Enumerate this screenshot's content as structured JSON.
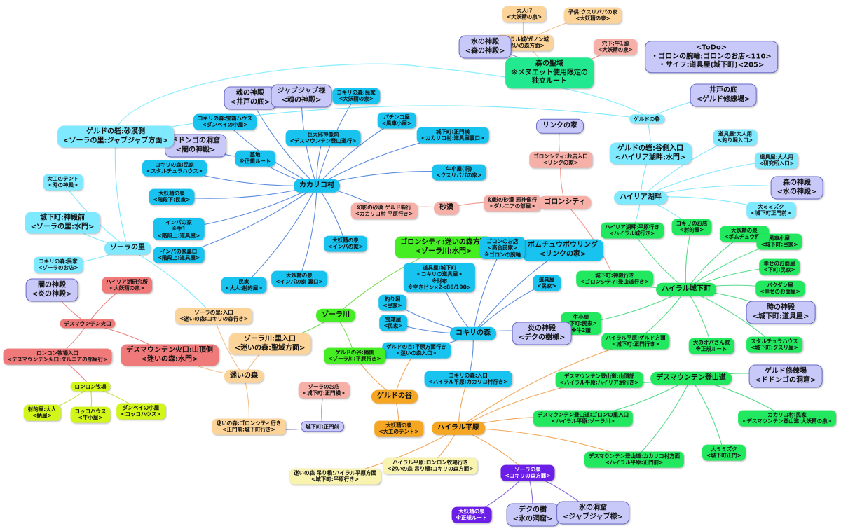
{
  "diagram": {
    "nodes": [
      {
        "id": "todo",
        "label": "<ToDo>\n・ゴロンの腕輪:ゴロンのお店<110>\n・サイフ:道具屋(城下町)<205>",
        "style": "c-lav big"
      },
      {
        "id": "forest_sanctuary",
        "label": "森の聖域\n※メヌエット使用限定の\n独立ルート",
        "style": "c-mint big"
      },
      {
        "id": "adult",
        "label": "大人:?\n<大妖精の泉>",
        "style": "c-peach"
      },
      {
        "id": "child",
        "label": "子供:クスリババの家\n<大妖精の泉>",
        "style": "c-peach"
      },
      {
        "id": "hyrule_castle",
        "label": "ハイラル城/ガノン城\n<迷いの森方面>",
        "style": "c-peach"
      },
      {
        "id": "forest_temple_top",
        "label": "水の神殿\n<森の神殿>",
        "style": "c-lav big"
      },
      {
        "id": "hole_cow",
        "label": "穴下:牛1頭\n<大妖精の泉>",
        "style": "c-salmon"
      },
      {
        "id": "kakariko",
        "label": "カカリコ村",
        "style": "c-sky big"
      },
      {
        "id": "soul_temple",
        "label": "魂の神殿\n<井戸の底>",
        "style": "c-lav big"
      },
      {
        "id": "jabu",
        "label": "ジャブジャブ様\n<魂の神殿>",
        "style": "c-lav big"
      },
      {
        "id": "kokiri_house",
        "label": "コキリの森:民家\n<大妖精の泉>",
        "style": "c-sky"
      },
      {
        "id": "kokiri_treasure",
        "label": "コキリの森:宝箱ハウス\n<ダンペイの小屋>",
        "style": "c-sky"
      },
      {
        "id": "dodongo",
        "label": "ドドンゴの洞窟\n<闇の神殿>",
        "style": "c-lav big"
      },
      {
        "id": "graveyard",
        "label": "墓地\n※正規ルート",
        "style": "c-sky"
      },
      {
        "id": "giant_tree",
        "label": "巨大邪神像前\n<デスマウンテン登山道行>",
        "style": "c-sky"
      },
      {
        "id": "pachinko",
        "label": "パチンコ屋\n<風車小屋>",
        "style": "c-sky"
      },
      {
        "id": "castle_front",
        "label": "城下町:正門横\n<カカリコ村:道具屋裏口>",
        "style": "c-sky"
      },
      {
        "id": "kokiri_house2",
        "label": "コキリの森:民家\n<スタルチュラハウス>",
        "style": "c-sky"
      },
      {
        "id": "great_fairy_k",
        "label": "大妖精の泉\n<階段下:民家>",
        "style": "c-sky"
      },
      {
        "id": "impa_house",
        "label": "インパの家\n※牛1\n<階段上:道具屋>",
        "style": "c-sky"
      },
      {
        "id": "impa_back",
        "label": "インパの家裏口\n<階段上:道具屋>",
        "style": "c-sky"
      },
      {
        "id": "minka",
        "label": "民家\n<大人:射的屋>",
        "style": "c-sky"
      },
      {
        "id": "great_fairy_impa",
        "label": "大妖精の泉\n<インパの家 裏口>",
        "style": "c-sky"
      },
      {
        "id": "great_fairy_impa2",
        "label": "大妖精の泉\n<インパの家>",
        "style": "c-sky"
      },
      {
        "id": "cow_hut",
        "label": "牛小屋(洞)\n<クスリババの家>",
        "style": "c-sky"
      },
      {
        "id": "gerudo_desert",
        "label": "ゲルドの砦:砂漠側\n<ゾーラの里:ジャブジャブ方面>",
        "style": "c-cyanL big"
      },
      {
        "id": "carpenter_tent",
        "label": "大工のテント\n<時の神殿>",
        "style": "c-cyanL"
      },
      {
        "id": "zora_village",
        "label": "ゾーラの里",
        "style": "c-cyanL big"
      },
      {
        "id": "town_temple",
        "label": "城下町:神殿前\n<ゾーラの里:水門>",
        "style": "c-cyanL big"
      },
      {
        "id": "kokiri_zora",
        "label": "コキリの森:民家\n<ゾーラのお店>",
        "style": "c-cyanL"
      },
      {
        "id": "desert_phantom",
        "label": "幻影の砂漠 ゲルド砦行\n<カカリコ村 平原行き>",
        "style": "c-salmon"
      },
      {
        "id": "desert",
        "label": "砂漠",
        "style": "c-salmon big"
      },
      {
        "id": "desert_phantom2",
        "label": "幻影の砂漠 邪神像行\n<ダルニアの部屋>",
        "style": "c-salmon"
      },
      {
        "id": "goron_city",
        "label": "ゴロンシティ",
        "style": "c-salmon big"
      },
      {
        "id": "link_house",
        "label": "リンクの家",
        "style": "c-lav big"
      },
      {
        "id": "goron_shop",
        "label": "ゴロンシティ:お店入口\n<リンクの家>",
        "style": "c-salmon"
      },
      {
        "id": "gerudo_fort",
        "label": "ゲルドの砦",
        "style": "c-cyanL"
      },
      {
        "id": "well_bottom",
        "label": "井戸の底\n<ゲルド修練場>",
        "style": "c-lav big"
      },
      {
        "id": "tool_adult",
        "label": "道具屋:大人用\n<釣り堀入口>",
        "style": "c-cyanL"
      },
      {
        "id": "tool_adult2",
        "label": "道具屋:大人用\n<研究所入口>",
        "style": "c-cyanL"
      },
      {
        "id": "gerudo_valley_entry",
        "label": "ゲルドの砦:谷側入口\n<ハイリア湖畔:水門>",
        "style": "c-cyanL big"
      },
      {
        "id": "hylia_lake",
        "label": "ハイリア湖畔",
        "style": "c-cyanL big"
      },
      {
        "id": "forest_temple_r",
        "label": "森の神殿\n<水の神殿>",
        "style": "c-lav big"
      },
      {
        "id": "big_mimizuk",
        "label": "大ミミズク\n<城下町正門前>",
        "style": "c-cyanL"
      },
      {
        "id": "hylia_plain",
        "label": "ハイリア湖畔:平原行き\n<ハイラル城行き>",
        "style": "c-green"
      },
      {
        "id": "kokiri_shop",
        "label": "コキリのお店\n<射的屋>",
        "style": "c-green"
      },
      {
        "id": "great_fairy_bomb",
        "label": "大妖精の泉\n<ボムチュウ屋>",
        "style": "c-green"
      },
      {
        "id": "windmill",
        "label": "風車小屋\n<城下町:民家>",
        "style": "c-green"
      },
      {
        "id": "happy_mask",
        "label": "幸せのお面屋\n<下町:民家>",
        "style": "c-green"
      },
      {
        "id": "bakudan",
        "label": "バクダン屋\n<幸せのお面屋>",
        "style": "c-green"
      },
      {
        "id": "time_temple",
        "label": "時の神殿\n<城下町:道具屋>",
        "style": "c-lav big"
      },
      {
        "id": "castle_town",
        "label": "ハイラル城下町",
        "style": "c-green big"
      },
      {
        "id": "castle_temple",
        "label": "城下町:神殿行き\n<ゴロンシティ:登山道行き>",
        "style": "c-green"
      },
      {
        "id": "cow_barn",
        "label": "牛小屋\n<下町:民家>\n※牛2頭",
        "style": "c-green"
      },
      {
        "id": "hyrule_field_gerudo",
        "label": "ハイラル平原:ゲルド方面\n<城下町:正門行き>",
        "style": "c-green"
      },
      {
        "id": "dog_lady",
        "label": "犬のオバさん家\n※正規ルート",
        "style": "c-green"
      },
      {
        "id": "skulltula",
        "label": "スタルチュラハウス\n<城下町:クスリ屋>",
        "style": "c-green"
      },
      {
        "id": "goron_forest",
        "label": "ゴロンシティ:迷いの森方面\n<ゾーラ川:水門>",
        "style": "c-lime big"
      },
      {
        "id": "bombchu",
        "label": "ボムチュウボウリング\n<リンクの家>",
        "style": "c-sky big"
      },
      {
        "id": "tool_shop",
        "label": "道具屋:城下町\n<コキリの道具屋>\n※財布\n※空きビン×2<86/190>",
        "style": "c-sky"
      },
      {
        "id": "goron_shop2",
        "label": "ゴロンのお店\n<高台民家>\n※ゴロンの腕輪",
        "style": "c-sky"
      },
      {
        "id": "tool_house",
        "label": "道具屋\n<民家>",
        "style": "c-sky"
      },
      {
        "id": "fishing",
        "label": "釣り堀\n<民家>",
        "style": "c-sky"
      },
      {
        "id": "treasure_house",
        "label": "宝箱屋\n<民家>",
        "style": "c-sky"
      },
      {
        "id": "kokiri_forest",
        "label": "コキリの森",
        "style": "c-sky big"
      },
      {
        "id": "fire_temple",
        "label": "炎の神殿\n<デクの樹様>",
        "style": "c-lav big"
      },
      {
        "id": "gerudo_plain_entry",
        "label": "ゲルドの谷:平原方面行き\n<迷いの森入口>",
        "style": "c-sky"
      },
      {
        "id": "kokiri_entry",
        "label": "コキリの森:入口\n<ハイラル平原:カカリコ村行き>",
        "style": "c-sky"
      },
      {
        "id": "dark_temple",
        "label": "闇の神殿\n<炎の神殿>",
        "style": "c-lav big"
      },
      {
        "id": "hylia_lab",
        "label": "ハイリア湖研究所\n<大妖精の泉>",
        "style": "c-red"
      },
      {
        "id": "death_crater",
        "label": "デスマウンテン火口",
        "style": "c-red"
      },
      {
        "id": "lonlon_entry",
        "label": "ロンロン牧場入口\n<デスマウンテン火口:ダルニアの部屋行>",
        "style": "c-red"
      },
      {
        "id": "death_crater_top",
        "label": "デスマウンテン火口:山頂側\n<迷いの森:水門>",
        "style": "c-red big"
      },
      {
        "id": "lonlon",
        "label": "ロンロン牧場",
        "style": "c-ylime"
      },
      {
        "id": "shooting",
        "label": "射的屋:大人\n<納屋>",
        "style": "c-ylime"
      },
      {
        "id": "cucco",
        "label": "コッコハウス\n<牛小屋>",
        "style": "c-ylime"
      },
      {
        "id": "dampe",
        "label": "ダンペイの小屋\n<コッコハウス>",
        "style": "c-ylime"
      },
      {
        "id": "zora_entry",
        "label": "ゾーラの里:入口\n<迷いの森:コキリの森行き>",
        "style": "c-peach"
      },
      {
        "id": "zora_river_entry",
        "label": "ゾーラ川:里入口\n<迷いの森:聖域方面>",
        "style": "c-peach big"
      },
      {
        "id": "lost_woods",
        "label": "迷いの森",
        "style": "c-peach big"
      },
      {
        "id": "zora_river",
        "label": "ゾーラ川",
        "style": "c-lime big"
      },
      {
        "id": "gerudo_valley_bridge",
        "label": "ゲルドの谷:橋側\n<ゾーラ川:平原行き>",
        "style": "c-lime"
      },
      {
        "id": "gerudo_valley",
        "label": "ゲルドの谷",
        "style": "c-orange big"
      },
      {
        "id": "fairy_carpenter",
        "label": "大妖精の泉\n<大工のテント>",
        "style": "c-orange"
      },
      {
        "id": "zora_shop",
        "label": "ゾーラのお店\n<城下町:正門横>",
        "style": "c-salmon"
      },
      {
        "id": "lost_goron",
        "label": "迷いの森:ゴロンシティ行き\n<正門前:城下町行き>",
        "style": "c-peach"
      },
      {
        "id": "town_gate",
        "label": "城下町:正門前",
        "style": "c-lav"
      },
      {
        "id": "hyrule_field",
        "label": "ハイラル平原",
        "style": "c-orange big"
      },
      {
        "id": "lost_bridge",
        "label": "迷いの森 吊り橋:ハイラル平原方面\n<城下町:平原行き>",
        "style": "c-yellow"
      },
      {
        "id": "field_lonlon",
        "label": "ハイラル平原:ロンロン牧場行き\n<迷いの森 吊り橋:コキリの森方面>",
        "style": "c-yellow"
      },
      {
        "id": "zora_fountain",
        "label": "ゾーラの泉\n<コキリの森方面>",
        "style": "c-purple"
      },
      {
        "id": "great_fairy_p",
        "label": "大妖精の泉\n※正規ルート",
        "style": "c-purple"
      },
      {
        "id": "deku_tree",
        "label": "デクの樹\n<氷の洞窟>",
        "style": "c-lav big"
      },
      {
        "id": "ice_cavern",
        "label": "氷の洞窟\n<ジャブジャブ様>",
        "style": "c-lav big"
      },
      {
        "id": "death_mountain",
        "label": "デスマウンテン登山道",
        "style": "c-green big"
      },
      {
        "id": "gerudo_training",
        "label": "ゲルド修練場\n<ドドンゴの洞窟>",
        "style": "c-lav big"
      },
      {
        "id": "dm_top",
        "label": "デスマウンテン登山道:山頂部\n<ハイラル平原:ハイリア湖行き>",
        "style": "c-green"
      },
      {
        "id": "dm_goron",
        "label": "デスマウンテン登山道:ゴロンの里入口\n<ハイラル平原:ゾーラ川>",
        "style": "c-green"
      },
      {
        "id": "kakariko_minka",
        "label": "カカリコ村:民家\n<デスマウンテン登山道:大妖精の泉>",
        "style": "c-green"
      },
      {
        "id": "dm_kakariko",
        "label": "デスマウンテン登山道:カカリコ村方面\n<ハイラル平原:正門前>",
        "style": "c-green"
      },
      {
        "id": "big_owl",
        "label": "大ミミズク\n<城下町正門>",
        "style": "c-green"
      }
    ]
  }
}
